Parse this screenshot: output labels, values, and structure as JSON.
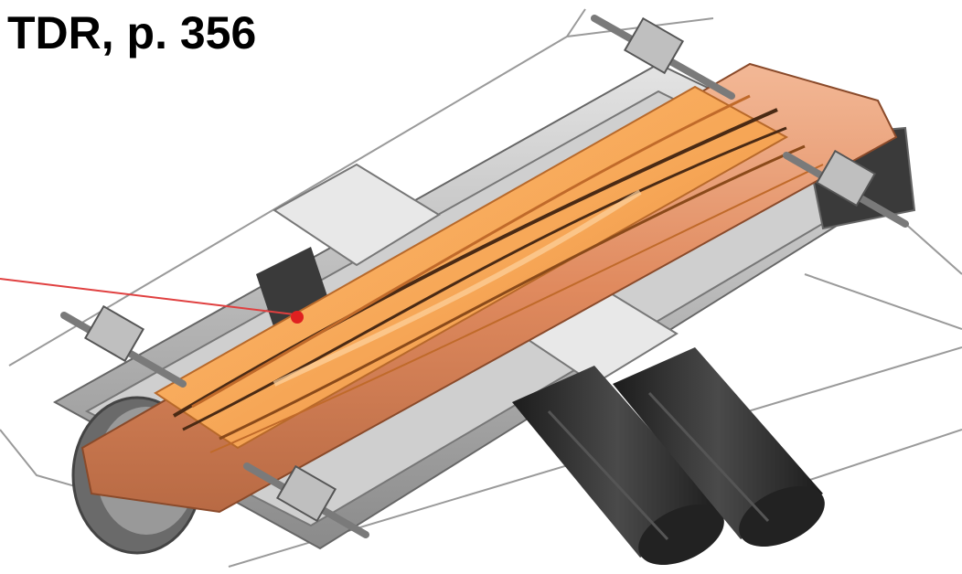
{
  "caption": "TDR, p. 356",
  "colors": {
    "copper": "#e08a5e",
    "copper_light": "#f0b08a",
    "copper_dark": "#a8552e",
    "jaw_orange": "#f7a858",
    "jaw_dark": "#4a2a14",
    "steel": "#9a9a9a",
    "steel_light": "#d8d8d8",
    "steel_dark": "#5a5a5a",
    "motor_black": "#2b2b2b",
    "beam_line": "#e04040"
  },
  "icons": [
    "collimator-render",
    "motor-actuator",
    "beam-marker"
  ]
}
